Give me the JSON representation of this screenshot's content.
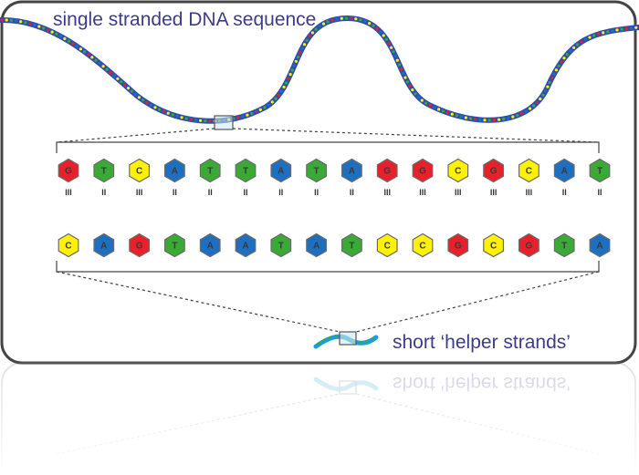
{
  "diagram": {
    "title": "single stranded DNA sequence",
    "helper_label": "short  ‘helper strands’",
    "colors": {
      "G": "#e8202a",
      "T": "#3aa935",
      "C": "#fff200",
      "A": "#1e6fc0",
      "backbone": "#2f4fa8",
      "frame": "#444444",
      "label": "#3c3c8c",
      "helper_strand": "#1aa0d8"
    },
    "top_strand": [
      "G",
      "T",
      "C",
      "A",
      "T",
      "T",
      "A",
      "T",
      "A",
      "G",
      "G",
      "C",
      "G",
      "C",
      "A",
      "T"
    ],
    "bottom_strand": [
      "C",
      "A",
      "G",
      "T",
      "A",
      "A",
      "T",
      "A",
      "T",
      "C",
      "C",
      "G",
      "C",
      "G",
      "T",
      "A"
    ],
    "pair_marks": [
      "III",
      "II",
      "III",
      "II",
      "II",
      "II",
      "II",
      "II",
      "II",
      "III",
      "III",
      "III",
      "III",
      "III",
      "II",
      "II"
    ]
  }
}
